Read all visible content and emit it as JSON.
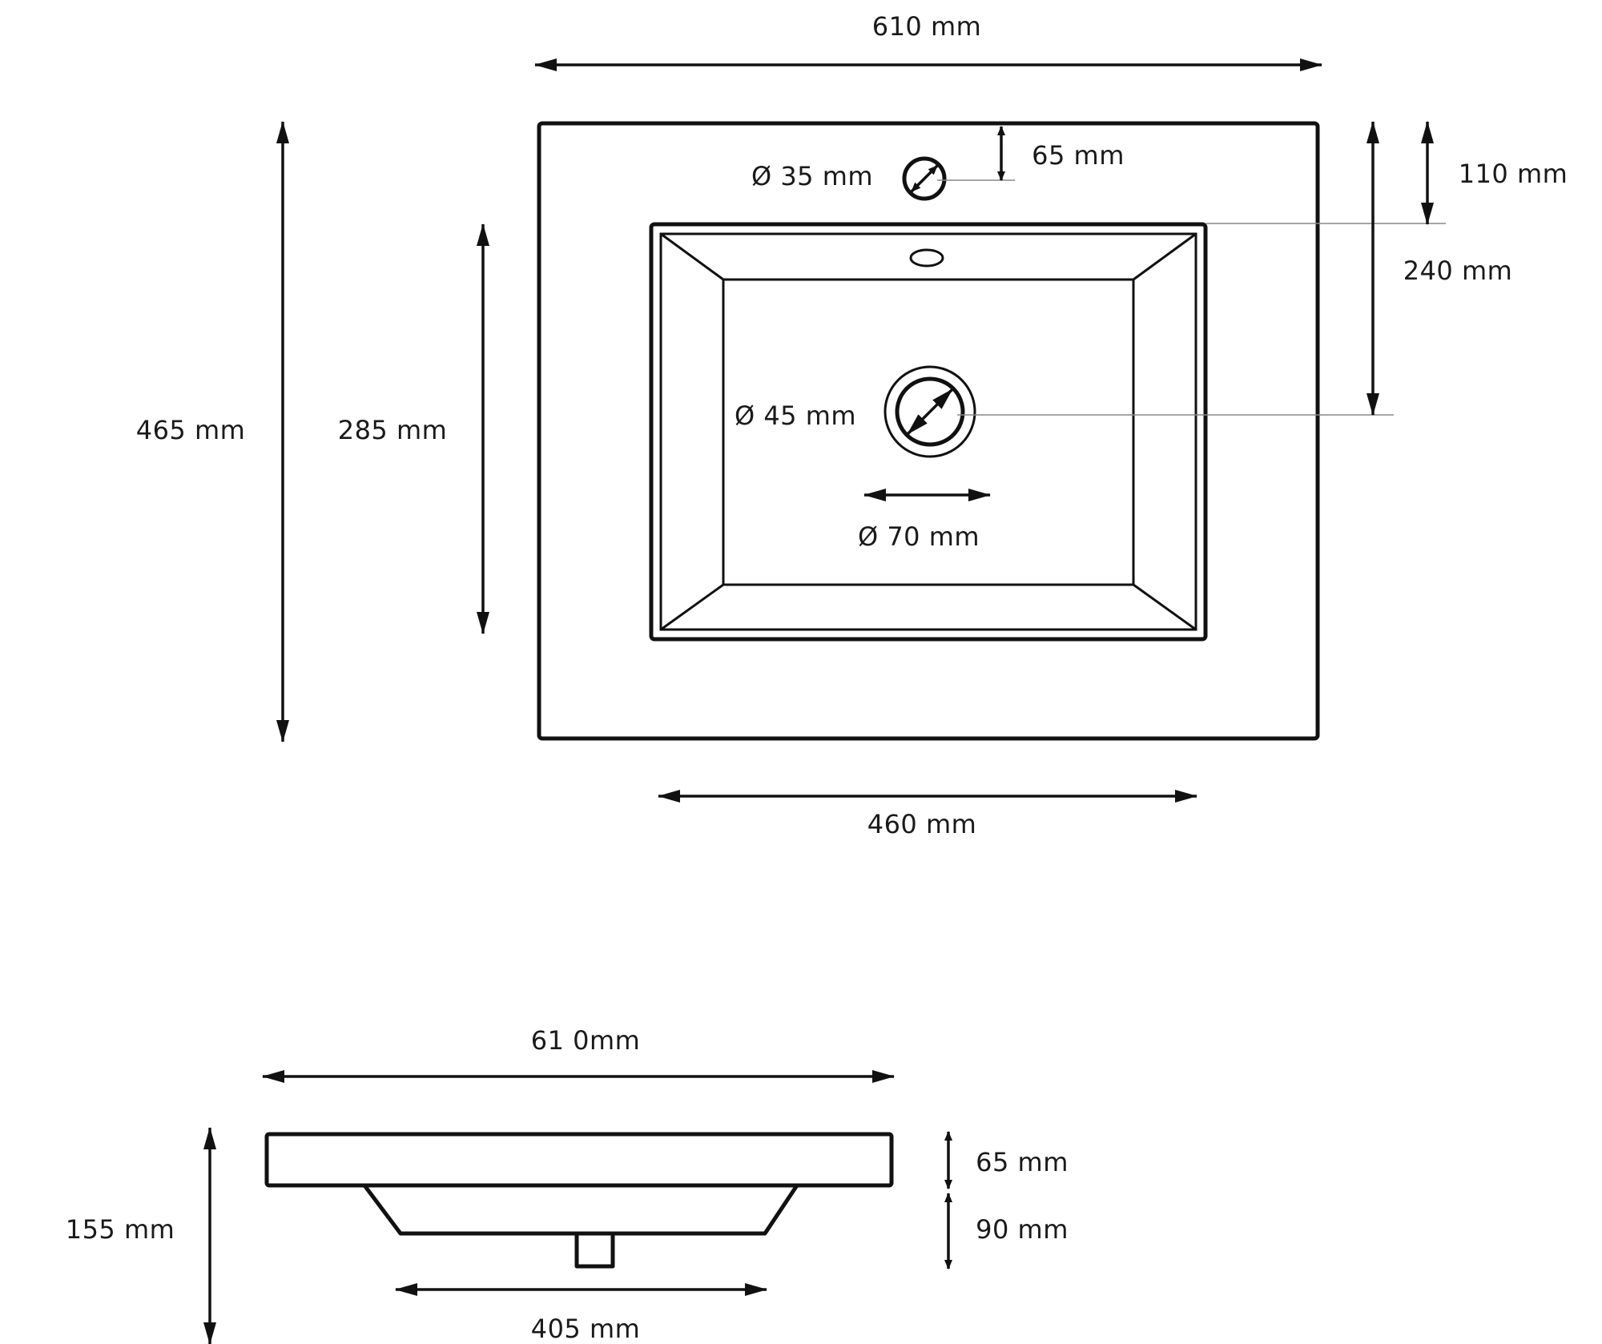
{
  "top_view": {
    "overall_width": "610 mm",
    "overall_depth": "465 mm",
    "basin_depth": "285 mm",
    "basin_width": "460 mm",
    "tap_hole_diameter": "Ø 35 mm",
    "tap_hole_offset": "65 mm",
    "edge_to_basin": "110 mm",
    "edge_to_drain": "240 mm",
    "drain_diameter": "Ø 45 mm",
    "drain_outer_diameter": "Ø 70 mm"
  },
  "side_view": {
    "overall_width": "61 0mm",
    "overall_height": "155 mm",
    "top_thickness": "65 mm",
    "bowl_depth": "90 mm",
    "bowl_bottom_width": "405 mm"
  }
}
